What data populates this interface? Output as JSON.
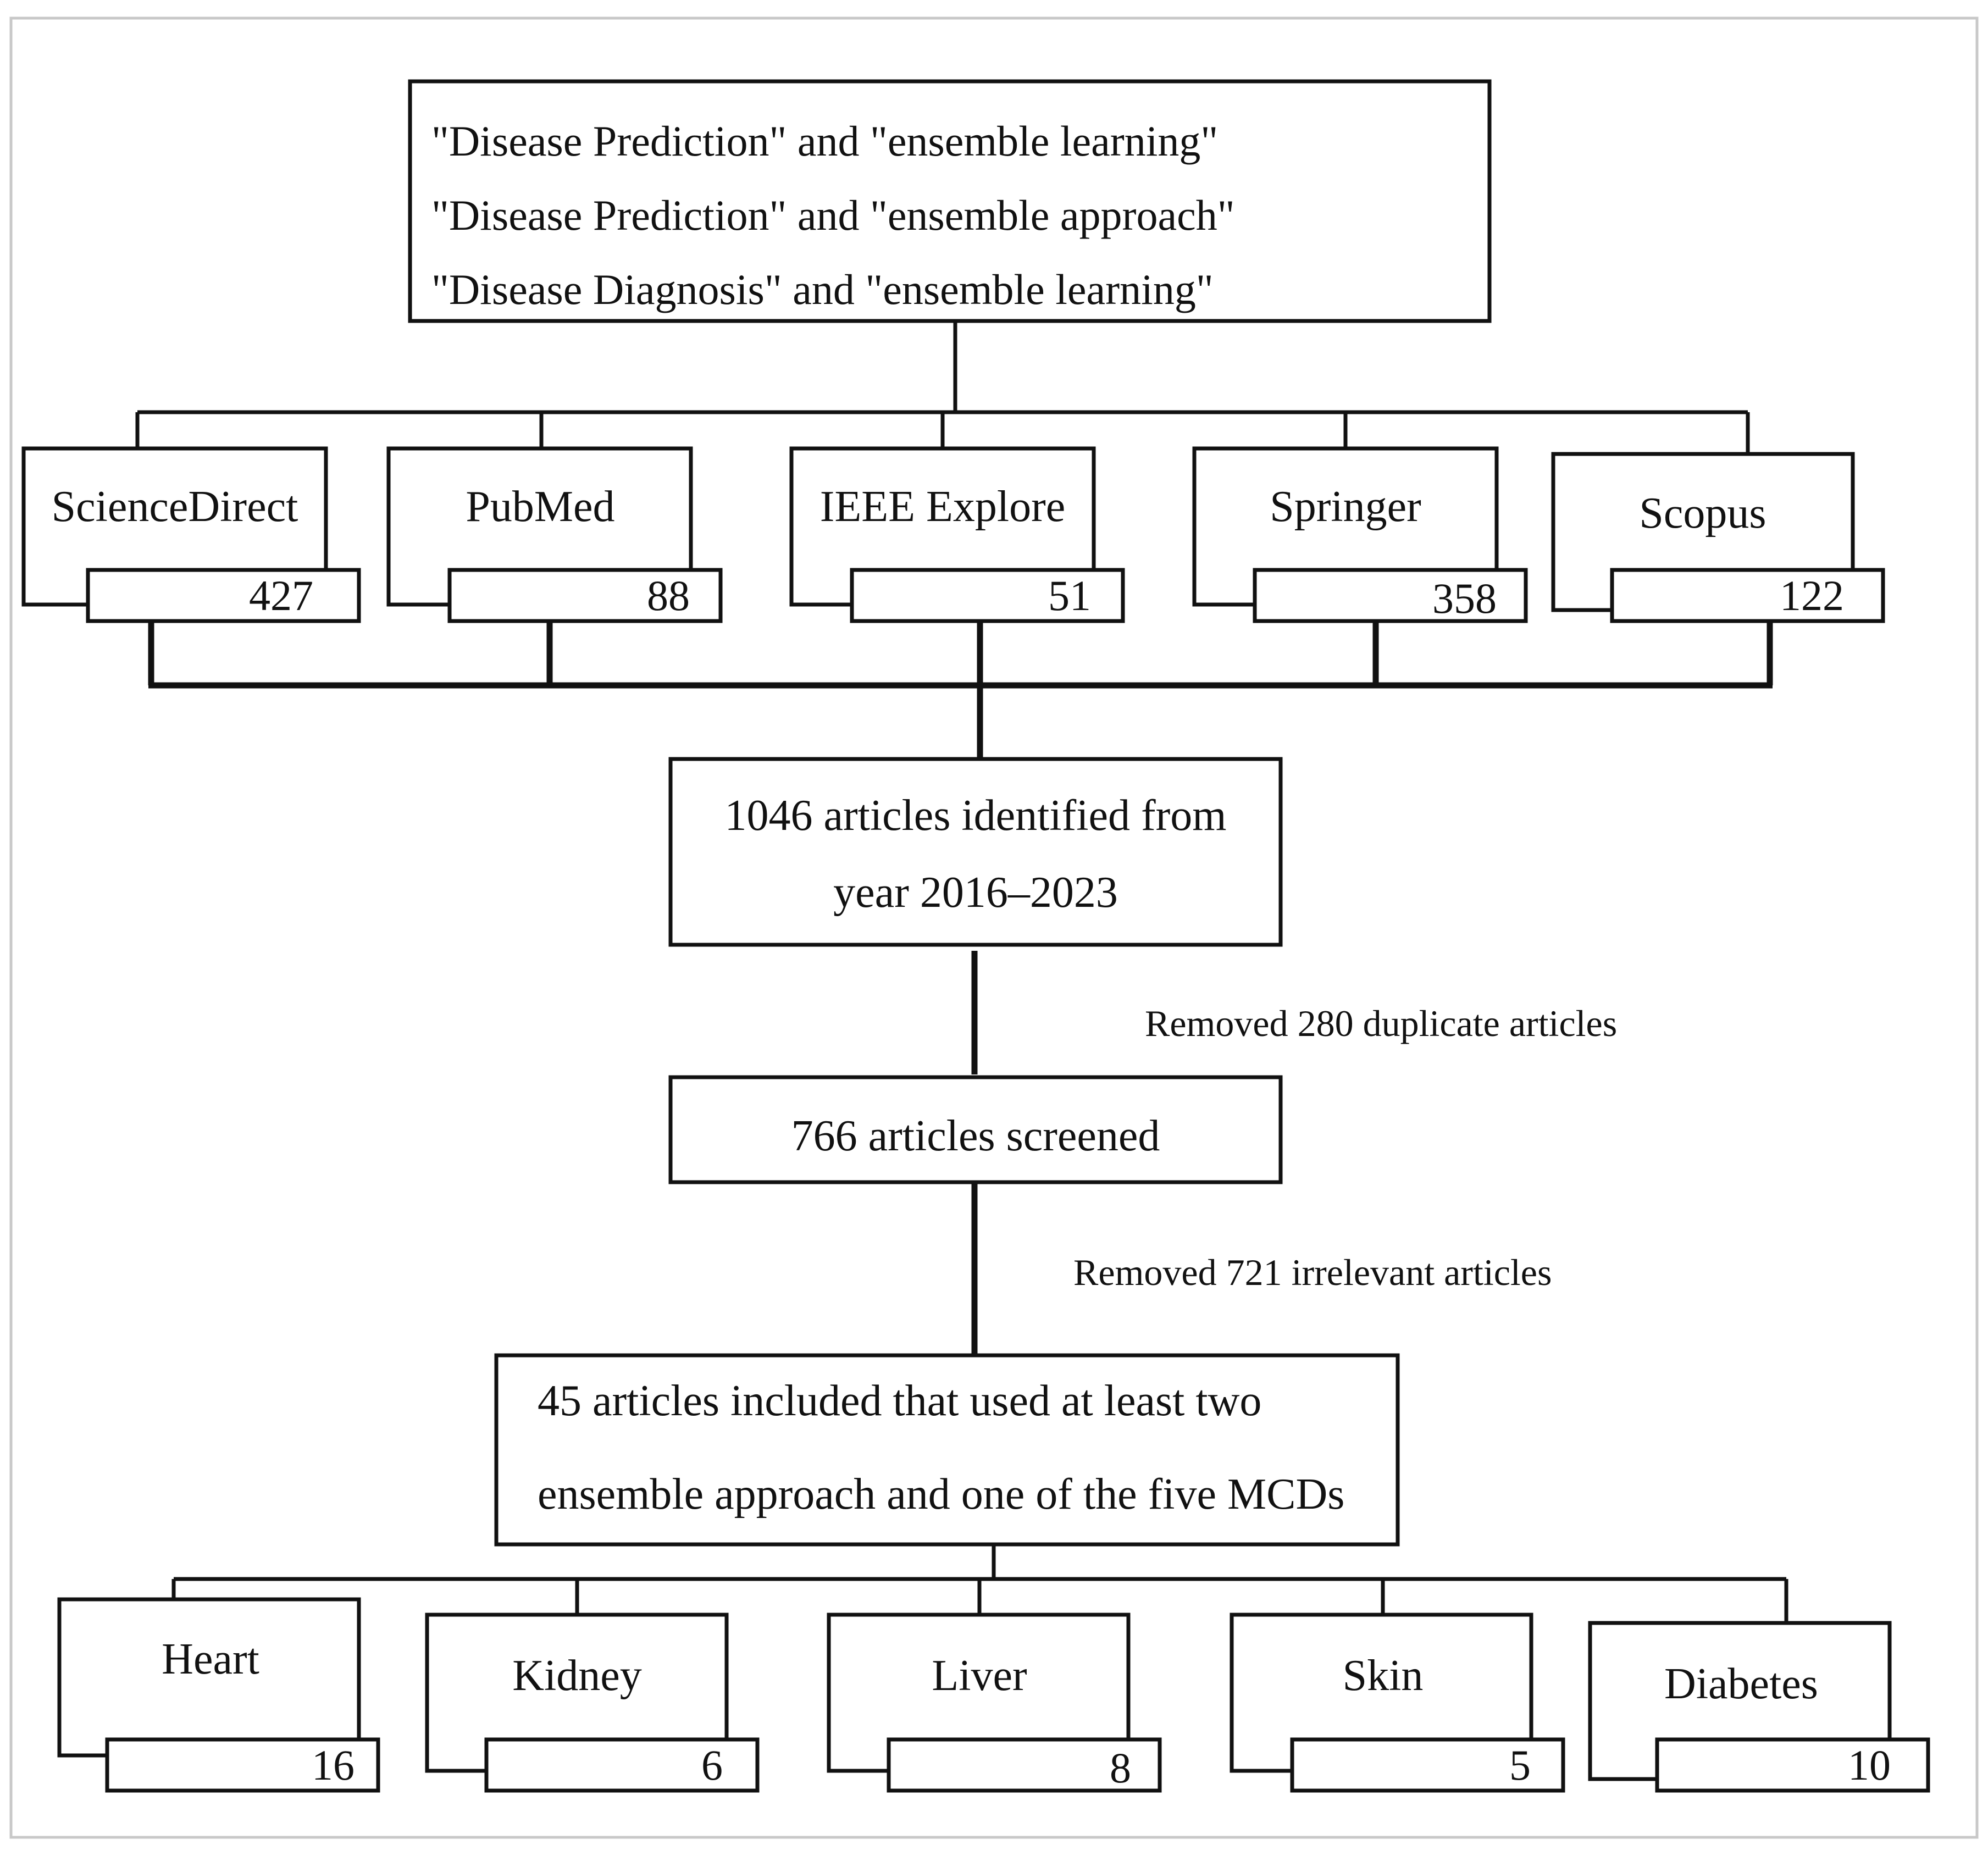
{
  "queries": [
    "\"Disease Prediction\" and \"ensemble learning\"",
    "\"Disease Prediction\" and \"ensemble approach\"",
    "\"Disease Diagnosis\" and \"ensemble learning\""
  ],
  "sources": [
    {
      "name": "ScienceDirect",
      "count": "427"
    },
    {
      "name": "PubMed",
      "count": "88"
    },
    {
      "name": "IEEE Explore",
      "count": "51"
    },
    {
      "name": "Springer",
      "count": "358"
    },
    {
      "name": "Scopus",
      "count": "122"
    }
  ],
  "identified": {
    "line1": "1046 articles identified from",
    "line2": "year 2016–2023"
  },
  "removed_duplicates": "Removed 280 duplicate articles",
  "screened": "766 articles screened",
  "removed_irrelevant": "Removed 721 irrelevant articles",
  "included": {
    "line1": "45 articles included that used at least two",
    "line2": "ensemble approach and one of the five MCDs"
  },
  "diseases": [
    {
      "name": "Heart",
      "count": "16"
    },
    {
      "name": "Kidney",
      "count": "6"
    },
    {
      "name": "Liver",
      "count": "8"
    },
    {
      "name": "Skin",
      "count": "5"
    },
    {
      "name": "Diabetes",
      "count": "10"
    }
  ]
}
